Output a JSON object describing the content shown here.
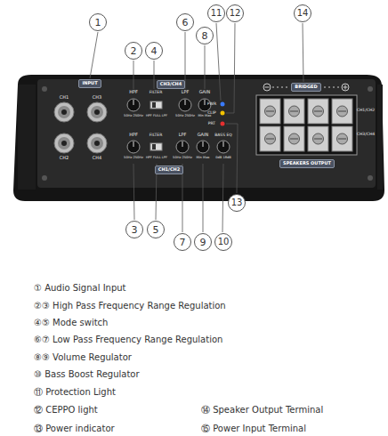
{
  "diagram": {
    "nodes": [
      {
        "text": [
          "1"
        ]
      },
      {
        "text": [
          "2"
        ]
      },
      {
        "text": [
          "3"
        ]
      },
      {
        "text": [
          "4"
        ]
      },
      {
        "text": [
          "5"
        ]
      },
      {
        "text": [
          "6"
        ]
      },
      {
        "text": [
          "7"
        ]
      },
      {
        "text": [
          "8"
        ]
      },
      {
        "text": [
          "9"
        ]
      },
      {
        "text": [
          "10"
        ]
      },
      {
        "text": [
          "11"
        ]
      },
      {
        "text": [
          "12"
        ]
      },
      {
        "text": [
          "13"
        ]
      },
      {
        "text": [
          "14"
        ]
      },
      {
        "text": [
          "INPUT"
        ]
      },
      {
        "text": [
          "CH3/CH4"
        ]
      },
      {
        "text": [
          "BRIDGED"
        ]
      },
      {
        "text": [
          "SPEAKERS OUTPUT"
        ]
      },
      {
        "text": [
          "CH1/CH2"
        ]
      }
    ],
    "labels": [
      "CH1",
      "CH3",
      "CH2",
      "CH4",
      "HPF",
      "FILTER",
      "LPF",
      "GAIN",
      "PWR",
      "CLIP",
      "PRT",
      "50Hz 250Hz",
      "HPF FULL LPF",
      "50Hz 250Hz",
      "Min Max",
      "CH1/CH2",
      "CH3/CH4",
      "HPF",
      "FILTER",
      "LPF",
      "GAIN",
      "BASS EQ",
      "50Hz 250Hz",
      "HPF FULL LPF",
      "50Hz 250Hz",
      "Min Max",
      "0dB 18dB",
      "① Audio Signal Input",
      "②③ High Pass Frequency Range Regulation",
      "④⑤ Mode switch",
      "⑥⑦ Low Pass Frequency Range Regulation",
      "⑧⑨ Volume Regulator",
      "⑩ Bass Boost Regulator",
      "⑪ Protection Light",
      "⑫ CEPPO light",
      "⑭ Speaker Output Terminal",
      "⑬ Power indicator",
      "⑮ Power Input Terminal"
    ]
  }
}
